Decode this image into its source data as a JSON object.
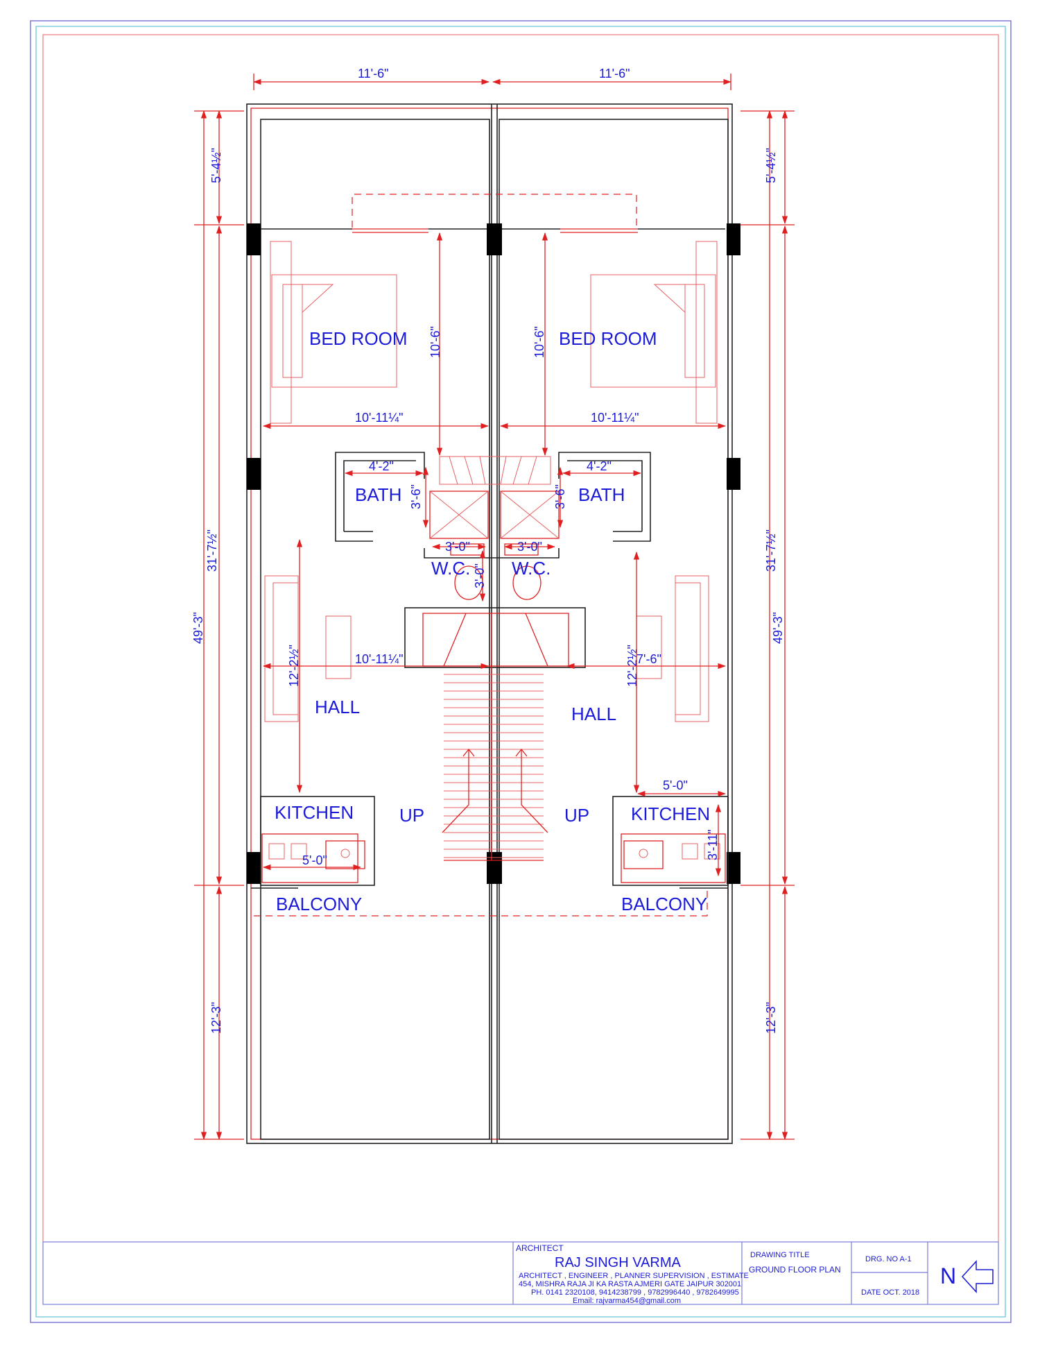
{
  "rooms": {
    "bedroom_left": "BED ROOM",
    "bedroom_right": "BED ROOM",
    "bath_left": "BATH",
    "bath_right": "BATH",
    "wc_left": "W.C.",
    "wc_right": "W.C.",
    "hall_left": "HALL",
    "hall_right": "HALL",
    "kitchen_left": "KITCHEN",
    "kitchen_right": "KITCHEN",
    "up_left": "UP",
    "up_right": "UP",
    "balcony_left": "BALCONY",
    "balcony_right": "BALCONY"
  },
  "dimensions": {
    "top_left_width": "11'-6\"",
    "top_right_width": "11'-6\"",
    "front_depth_left": "5'-4½\"",
    "front_depth_right": "5'-4½\"",
    "middle_depth_left": "31'-7½\"",
    "middle_depth_right": "31'-7½\"",
    "total_depth_left": "49'-3\"",
    "total_depth_right": "49'-3\"",
    "rear_depth_left": "12'-3\"",
    "rear_depth_right": "12'-3\"",
    "bedroom_width_left": "10'-11¼\"",
    "bedroom_width_right": "10'-11¼\"",
    "bedroom_depth_left": "10'-6\"",
    "bedroom_depth_right": "10'-6\"",
    "bath_width_left": "4'-2\"",
    "bath_width_right": "4'-2\"",
    "bath_depth_left": "3'-6\"",
    "bath_depth_right": "3'-6\"",
    "wc_width_left": "3'-0\"",
    "wc_width_right": "3'-0\"",
    "wc_depth": "3'-0\"",
    "hall_width_left": "10'-11¼\"",
    "hall_depth_left": "12'-2½\"",
    "hall_depth_right": "12'-2½\"",
    "hall_width_right": "7'-6\"",
    "kitchen_width_left": "5'-0\"",
    "kitchen_width_right": "5'-0\"",
    "kitchen_depth_right": "3'-11\""
  },
  "title_block": {
    "architect_caption": "ARCHITECT",
    "architect_name": "RAJ SINGH VARMA",
    "services": "ARCHITECT , ENGINEER , PLANNER SUPERVISION , ESTIMATE",
    "address": "454, MISHRA RAJA JI KA RASTA AJMERI GATE JAIPUR 302001",
    "phone": "PH. 0141 2320108, 9414238799 , 9782996440 , 9782649995",
    "email": "Email: rajvarma454@gmail.com",
    "drawing_title_caption": "DRAWING TITLE",
    "drawing_title": "GROUND   FLOOR PLAN",
    "drg_no": "DRG. NO  A-1",
    "date": "DATE   OCT. 2018",
    "north": "N"
  },
  "colors": {
    "label_blue": "#1a1ad8",
    "line_red": "#e02020",
    "wall_black": "#222222",
    "border_blue": "#7b7bd8",
    "border_cyan": "#7fd0e0"
  }
}
